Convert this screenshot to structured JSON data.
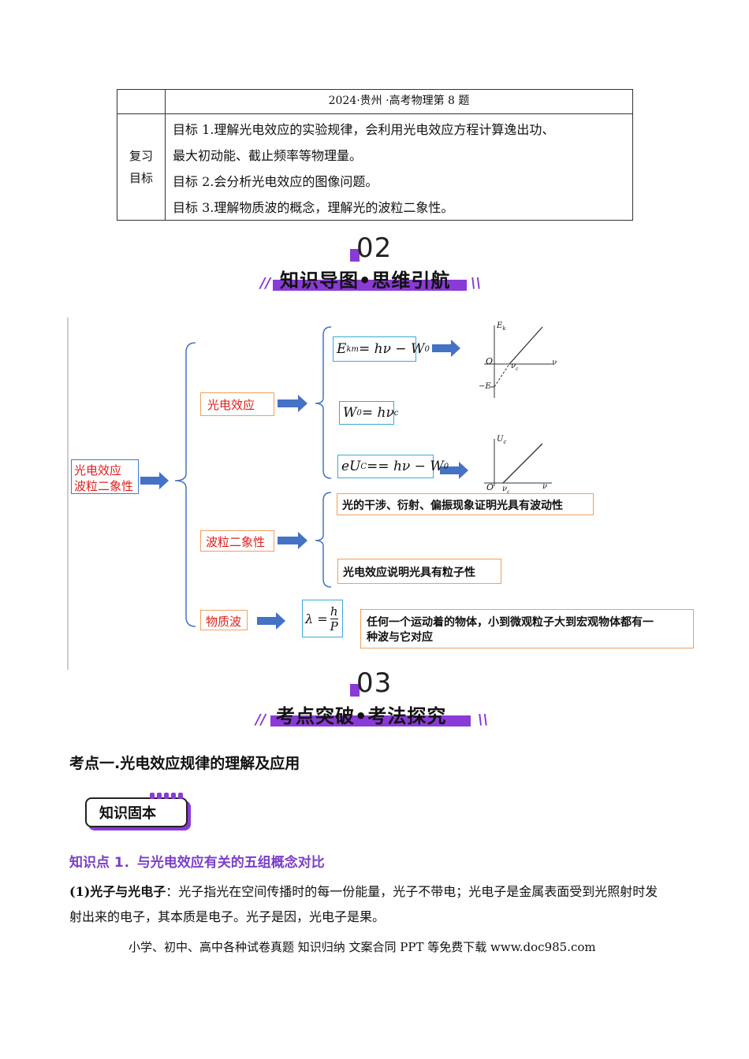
{
  "table": {
    "source": "2024·贵州 ·高考物理第 8 题",
    "label_line1": "复习",
    "label_line2": "目标",
    "goals": [
      "目标 1.理解光电效应的实验规律，会利用光电效应方程计算逸出功、",
      "最大初动能、截止频率等物理量。",
      "目标 2.会分析光电效应的图像问题。",
      "目标 3.理解物质波的概念，理解光的波粒二象性。"
    ]
  },
  "section2": {
    "number": "02",
    "title": "知识导图•思维引航",
    "left_mark": "//",
    "right_mark": "\\\\"
  },
  "mindmap": {
    "root_line1": "光电效应",
    "root_line2": "波粒二象性",
    "branch1": "光电效应",
    "branch2": "波粒二象性",
    "branch3": "物质波",
    "formula1": {
      "a": "E",
      "a_sub": "km",
      "b": " = hν − W",
      "b_sub": "0"
    },
    "formula2": {
      "a": "W",
      "a_sub": "0",
      "b": " = hν",
      "b_sub": "c"
    },
    "formula3": {
      "a": "eU",
      "a_sub": "C",
      "b": " == hν − W",
      "b_sub": "0"
    },
    "formula4": {
      "lhs": "λ =",
      "num": "h",
      "den": "P"
    },
    "wave1": "光的干涉、衍射、偏振现象证明光具有波动性",
    "wave2": "光电效应说明光具有粒子性",
    "matter_line1": "任何一个运动着的物体，小到微观粒子大到宏观物体都有一",
    "matter_line2": "种波与它对应",
    "graph1": {
      "ylabel": "E",
      "ylabel_sub": "k",
      "origin": "O",
      "xlabel": "ν",
      "vc": "ν",
      "vc_sub": "c",
      "neg": "−E"
    },
    "graph2": {
      "ylabel": "U",
      "ylabel_sub": "c",
      "origin": "O",
      "xlabel": "ν",
      "vc": "ν",
      "vc_sub": "c"
    }
  },
  "section3": {
    "number": "03",
    "title": "考点突破•考法探究",
    "left_mark": "//",
    "right_mark": "\\\\"
  },
  "kaodian": "考点一.光电效应规律的理解及应用",
  "badge": "知识固本",
  "zsd1": "知识点 1．与光电效应有关的五组概念对比",
  "para": {
    "bold": "(1)光子与光电子",
    "line1": "：光子指光在空间传播时的每一份能量，光子不带电；光电子是金属表面受到光照射时发",
    "line2": "射出来的电子，其本质是电子。光子是因，光电子是果。"
  },
  "footer": "小学、初中、高中各种试卷真题  知识归纳  文案合同  PPT 等免费下载      www.doc985.com",
  "colors": {
    "accent": "#8a3ad6",
    "orange": "#f0a060",
    "blue": "#3aa9d9",
    "red": "#e0201a",
    "arrow": "#4472c4"
  }
}
